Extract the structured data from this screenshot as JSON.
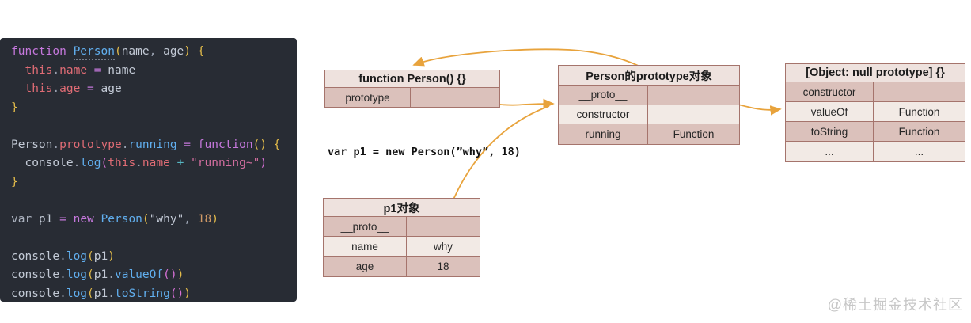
{
  "watermark": "@稀土掘金技术社区",
  "colors": {
    "arrow": "#e8a33c",
    "table_border": "#a5746c",
    "table_header_bg": "#eee2de",
    "table_row_dark_bg": "#dbc1bb",
    "table_row_light_bg": "#f2eae5",
    "editor_bg": "#282c34"
  },
  "code_panel": {
    "palette": {
      "kw": "#c678dd",
      "fn": "#61afef",
      "red": "#e06c75",
      "id": "#c3cad6",
      "pun": "#9aa2b1",
      "op": "#c678dd",
      "cyan": "#56b6c2",
      "b1": "#e2bb4a",
      "b2": "#d670d6",
      "str": "#d16d9e",
      "num": "#d19a66",
      "var": "#abb2bf"
    },
    "lines": [
      [
        {
          "t": "function ",
          "c": "kw"
        },
        {
          "t": "Person",
          "c": "fn",
          "u": true
        },
        {
          "t": "(",
          "c": "b1"
        },
        {
          "t": "name",
          "c": "id"
        },
        {
          "t": ", ",
          "c": "pun"
        },
        {
          "t": "age",
          "c": "id"
        },
        {
          "t": ") ",
          "c": "b1"
        },
        {
          "t": "{",
          "c": "b1"
        }
      ],
      [
        {
          "t": "  ",
          "c": "id"
        },
        {
          "t": "this",
          "c": "red"
        },
        {
          "t": ".",
          "c": "pun"
        },
        {
          "t": "name",
          "c": "red"
        },
        {
          "t": " = ",
          "c": "op"
        },
        {
          "t": "name",
          "c": "id"
        }
      ],
      [
        {
          "t": "  ",
          "c": "id"
        },
        {
          "t": "this",
          "c": "red"
        },
        {
          "t": ".",
          "c": "pun"
        },
        {
          "t": "age",
          "c": "red"
        },
        {
          "t": " = ",
          "c": "op"
        },
        {
          "t": "age",
          "c": "id"
        }
      ],
      [
        {
          "t": "}",
          "c": "b1"
        }
      ],
      [],
      [
        {
          "t": "Person",
          "c": "id"
        },
        {
          "t": ".",
          "c": "pun"
        },
        {
          "t": "prototype",
          "c": "red"
        },
        {
          "t": ".",
          "c": "pun"
        },
        {
          "t": "running",
          "c": "fn"
        },
        {
          "t": " = ",
          "c": "op"
        },
        {
          "t": "function",
          "c": "kw"
        },
        {
          "t": "()",
          "c": "b1"
        },
        {
          "t": " {",
          "c": "b1"
        }
      ],
      [
        {
          "t": "  ",
          "c": "id"
        },
        {
          "t": "console",
          "c": "id"
        },
        {
          "t": ".",
          "c": "pun"
        },
        {
          "t": "log",
          "c": "fn"
        },
        {
          "t": "(",
          "c": "b2"
        },
        {
          "t": "this",
          "c": "red"
        },
        {
          "t": ".",
          "c": "pun"
        },
        {
          "t": "name",
          "c": "red"
        },
        {
          "t": " ",
          "c": "id"
        },
        {
          "t": "+",
          "c": "cyan"
        },
        {
          "t": " ",
          "c": "id"
        },
        {
          "t": "\"running~\"",
          "c": "str"
        },
        {
          "t": ")",
          "c": "b2"
        }
      ],
      [
        {
          "t": "}",
          "c": "b1"
        }
      ],
      [],
      [
        {
          "t": "var ",
          "c": "var"
        },
        {
          "t": "p1",
          "c": "id"
        },
        {
          "t": " = ",
          "c": "op"
        },
        {
          "t": "new",
          "c": "kw"
        },
        {
          "t": " ",
          "c": "id"
        },
        {
          "t": "Person",
          "c": "fn"
        },
        {
          "t": "(",
          "c": "b1"
        },
        {
          "t": "\"why\"",
          "c": "id"
        },
        {
          "t": ", ",
          "c": "pun"
        },
        {
          "t": "18",
          "c": "num"
        },
        {
          "t": ")",
          "c": "b1"
        }
      ],
      [],
      [
        {
          "t": "console",
          "c": "id"
        },
        {
          "t": ".",
          "c": "pun"
        },
        {
          "t": "log",
          "c": "fn"
        },
        {
          "t": "(",
          "c": "b1"
        },
        {
          "t": "p1",
          "c": "id"
        },
        {
          "t": ")",
          "c": "b1"
        }
      ],
      [
        {
          "t": "console",
          "c": "id"
        },
        {
          "t": ".",
          "c": "pun"
        },
        {
          "t": "log",
          "c": "fn"
        },
        {
          "t": "(",
          "c": "b1"
        },
        {
          "t": "p1",
          "c": "id"
        },
        {
          "t": ".",
          "c": "pun"
        },
        {
          "t": "valueOf",
          "c": "fn"
        },
        {
          "t": "()",
          "c": "b2"
        },
        {
          "t": ")",
          "c": "b1"
        }
      ],
      [
        {
          "t": "console",
          "c": "id"
        },
        {
          "t": ".",
          "c": "pun"
        },
        {
          "t": "log",
          "c": "fn"
        },
        {
          "t": "(",
          "c": "b1"
        },
        {
          "t": "p1",
          "c": "id"
        },
        {
          "t": ".",
          "c": "pun"
        },
        {
          "t": "toString",
          "c": "fn"
        },
        {
          "t": "()",
          "c": "b2"
        },
        {
          "t": ")",
          "c": "b1"
        }
      ]
    ]
  },
  "diagram": {
    "code_text": "var p1 = new Person(”why”, 18)",
    "tables": [
      {
        "id": "function-person",
        "title": "function Person() {}",
        "rows": [
          [
            "prototype",
            ""
          ]
        ]
      },
      {
        "id": "person-prototype",
        "title": "Person的prototype对象",
        "rows": [
          [
            "__proto__",
            ""
          ],
          [
            "constructor",
            ""
          ],
          [
            "running",
            "Function"
          ]
        ]
      },
      {
        "id": "object-null-prototype",
        "title": "[Object: null prototype] {}",
        "rows": [
          [
            "constructor",
            ""
          ],
          [
            "valueOf",
            "Function"
          ],
          [
            "toString",
            "Function"
          ],
          [
            "...",
            "..."
          ]
        ]
      },
      {
        "id": "p1-object",
        "title": "p1对象",
        "rows": [
          [
            "__proto__",
            ""
          ],
          [
            "name",
            "why"
          ],
          [
            "age",
            "18"
          ]
        ]
      }
    ],
    "arrows": [
      {
        "from": "person-prototype.constructor",
        "to": "function-person.top"
      },
      {
        "from": "function-person.prototype",
        "to": "person-prototype.left"
      },
      {
        "from": "p1-object.__proto__",
        "to": "person-prototype.left"
      },
      {
        "from": "person-prototype.__proto__",
        "to": "object-null-prototype.left"
      }
    ]
  }
}
